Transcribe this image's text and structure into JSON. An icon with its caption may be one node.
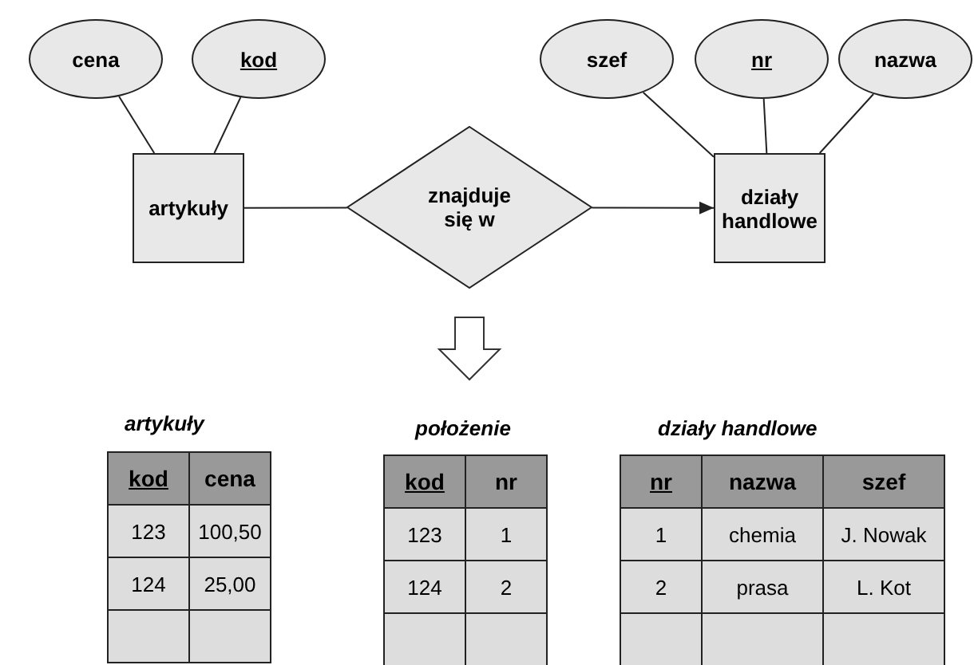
{
  "diagram": {
    "nodes": [
      {
        "text": [
          "cena"
        ]
      },
      {
        "text": [
          "kod"
        ]
      },
      {
        "text": [
          "szef"
        ]
      },
      {
        "text": [
          "nr"
        ]
      },
      {
        "text": [
          "nazwa"
        ]
      },
      {
        "text": [
          "artykuły"
        ]
      },
      {
        "text": [
          "znajduje się w"
        ]
      },
      {
        "text": [
          "działy handlowe"
        ]
      }
    ],
    "edges": [
      {
        "from": 0,
        "to": 5,
        "arrow": "none"
      },
      {
        "from": 1,
        "to": 5,
        "arrow": "none"
      },
      {
        "from": 2,
        "to": 7,
        "arrow": "none"
      },
      {
        "from": 3,
        "to": 7,
        "arrow": "none"
      },
      {
        "from": 4,
        "to": 7,
        "arrow": "none"
      },
      {
        "from": 5,
        "to": 6,
        "arrow": "none"
      },
      {
        "from": 6,
        "to": 7,
        "arrow": "to"
      }
    ],
    "labels": [
      "artykuły",
      "kod",
      "cena",
      "123",
      "100,50",
      "124",
      "25,00",
      "położenie",
      "kod",
      "nr",
      "123",
      "1",
      "124",
      "2",
      "działy handlowe",
      "nr",
      "nazwa",
      "szef",
      "1",
      "chemia",
      "J. Nowak",
      "2",
      "prasa",
      "L. Kot"
    ]
  }
}
